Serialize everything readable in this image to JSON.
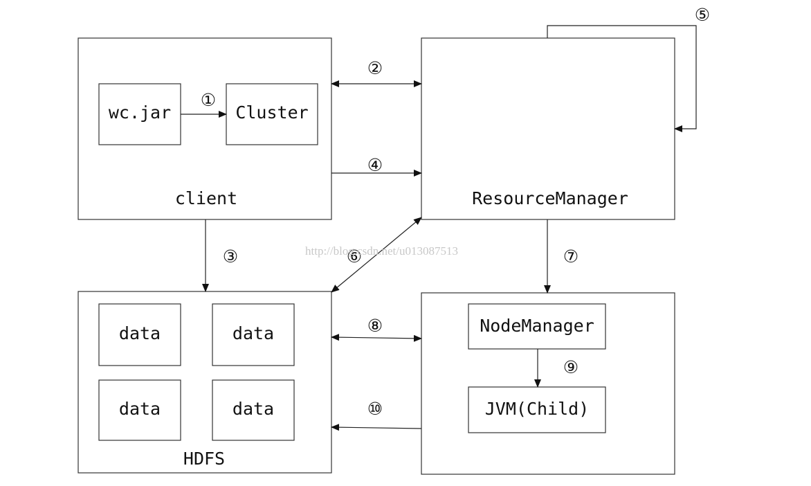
{
  "blocks": {
    "client": "client",
    "wc_jar": "wc.jar",
    "cluster": "Cluster",
    "resource_manager": "ResourceManager",
    "hdfs": "HDFS",
    "data": [
      "data",
      "data",
      "data",
      "data"
    ],
    "node_manager": "NodeManager",
    "jvm_child": "JVM(Child)"
  },
  "steps": [
    "①",
    "②",
    "③",
    "④",
    "⑤",
    "⑥",
    "⑦",
    "⑧",
    "⑨",
    "⑩"
  ],
  "watermark": "http://blog.csdn.net/u013087513"
}
